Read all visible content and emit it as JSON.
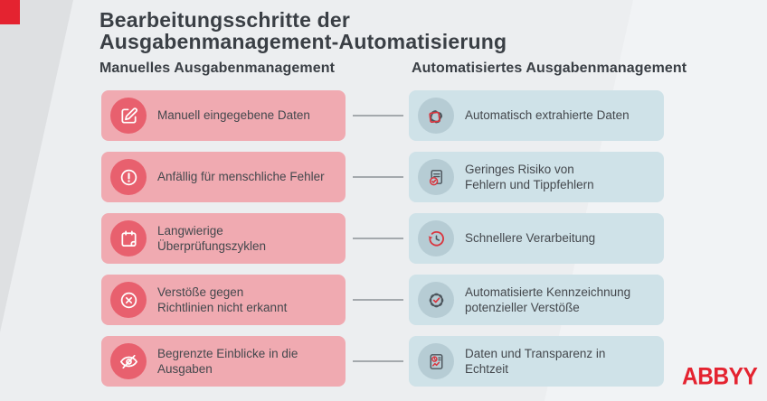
{
  "title": {
    "text": "Bearbeitungsschritte der\nAusgabenmanagement-Automatisierung"
  },
  "columns": {
    "manual": {
      "header": "Manuelles Ausgabenmanagement"
    },
    "automated": {
      "header": "Automatisiertes Ausgabenmanagement"
    }
  },
  "rows": [
    {
      "manual": {
        "icon": "edit-icon",
        "text": "Manuell eingegebene Daten"
      },
      "automated": {
        "icon": "document-capture-icon",
        "text": "Automatisch extrahierte Daten"
      }
    },
    {
      "manual": {
        "icon": "alert-circle-icon",
        "text": "Anfällig für menschliche Fehler"
      },
      "automated": {
        "icon": "document-check-icon",
        "text": "Geringes Risiko von\nFehlern und Tippfehlern"
      }
    },
    {
      "manual": {
        "icon": "calendar-review-icon",
        "text": "Langwierige\nÜberprüfungszyklen"
      },
      "automated": {
        "icon": "clock-history-icon",
        "text": "Schnellere Verarbeitung"
      }
    },
    {
      "manual": {
        "icon": "x-circle-icon",
        "text": "Verstöße gegen\nRichtlinien nicht erkannt"
      },
      "automated": {
        "icon": "badge-check-icon",
        "text": "Automatisierte Kennzeichnung\npotenzieller Verstöße"
      }
    },
    {
      "manual": {
        "icon": "eye-off-icon",
        "text": "Begrenzte Einblicke in die\nAusgaben"
      },
      "automated": {
        "icon": "realtime-report-icon",
        "text": "Daten und Transparenz in\nEchtzeit"
      }
    }
  ],
  "brand": {
    "logo": "ABBYY"
  },
  "colors": {
    "page-bg": "#eceef0",
    "bg-wedge": "#dee0e2",
    "bg-band": "#f1f3f5",
    "manual-box": "#f0aab1",
    "manual-badge": "#e8606e",
    "auto-box": "#cfe2e8",
    "auto-badge": "#b6ccd4",
    "text": "#44484d",
    "heading": "#3a3f45",
    "line": "#a4a9ad",
    "brand-red": "#e42330",
    "icon-gray": "#4d565d",
    "icon-red": "#d9363f"
  }
}
